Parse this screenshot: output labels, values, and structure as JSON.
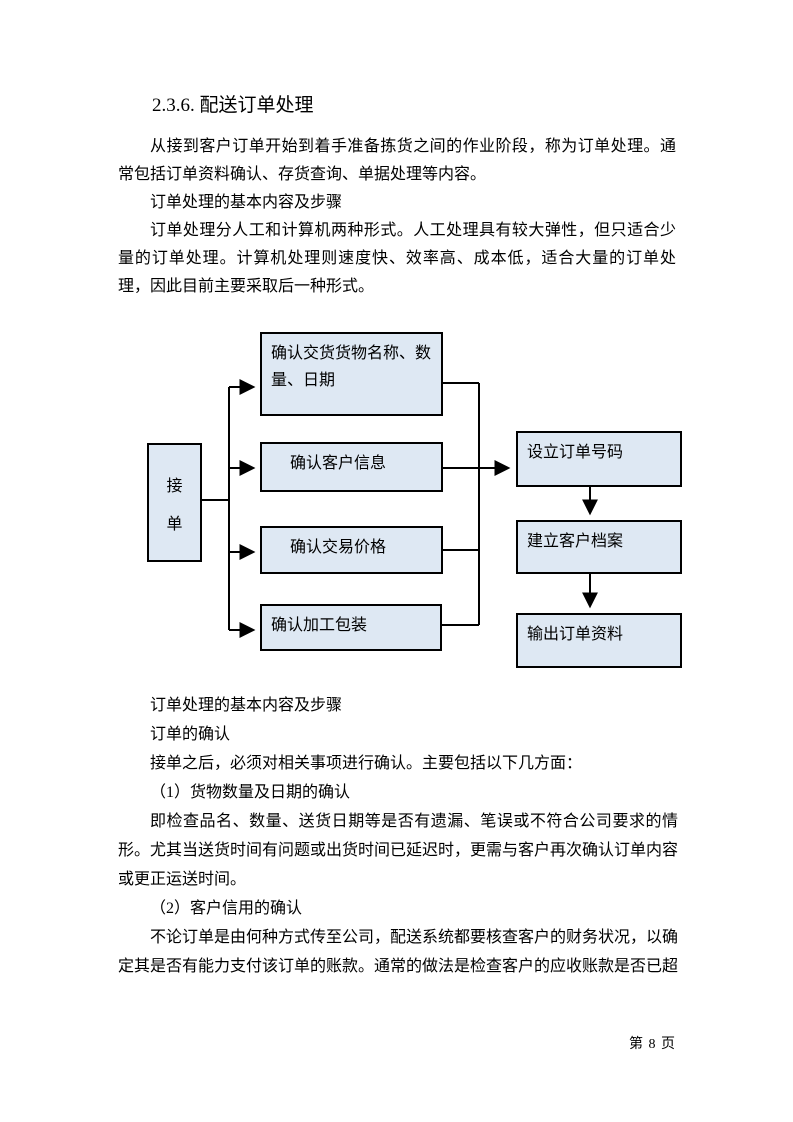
{
  "document": {
    "heading": "2.3.6. 配送订单处理",
    "paragraphs_top": [
      "从接到客户订单开始到着手准备拣货之间的作业阶段，称为订单处理。通常包括订单资料确认、存货查询、单据处理等内容。",
      "订单处理的基本内容及步骤",
      "订单处理分人工和计算机两种形式。人工处理具有较大弹性，但只适合少量的订单处理。计算机处理则速度快、效率高、成本低，适合大量的订单处理，因此目前主要采取后一种形式。"
    ],
    "paragraphs_bottom": [
      "订单处理的基本内容及步骤",
      "订单的确认",
      "接单之后，必须对相关事项进行确认。主要包括以下几方面：",
      "（1）货物数量及日期的确认",
      "即检查品名、数量、送货日期等是否有遗漏、笔误或不符合公司要求的情形。尤其当送货时间有问题或出货时间已延迟时，更需与客户再次确认订单内容或更正运送时间。",
      "（2）客户信用的确认",
      "不论订单是由何种方式传至公司，配送系统都要核查客户的财务状况，以确定其是否有能力支付该订单的账款。通常的做法是检查客户的应收账款是否已超"
    ],
    "footer": "第 8 页"
  },
  "flowchart": {
    "receive_box": {
      "label": "接单",
      "chars": [
        "接",
        "单"
      ]
    },
    "confirm_boxes": [
      "确认交货货物名称、数量、日期",
      "确认客户信息",
      "确认交易价格",
      "确认加工包装"
    ],
    "output_boxes": [
      "设立订单号码",
      "建立客户档案",
      "输出订单资料"
    ],
    "colors": {
      "box_fill": "#dee8f3",
      "box_border": "#000000",
      "line": "#000000"
    }
  }
}
